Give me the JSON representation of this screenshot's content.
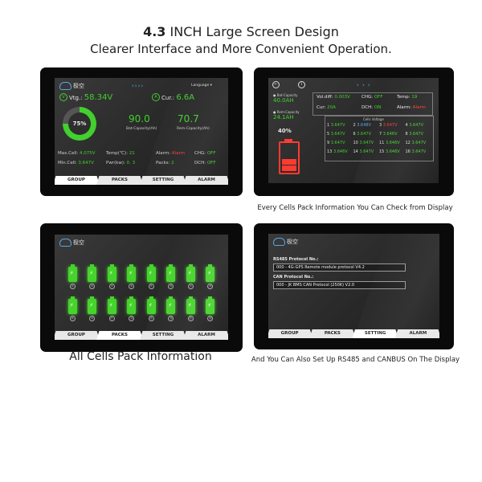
{
  "headline": {
    "line1_bold": "4.3",
    "line1_rest": " INCH Large Screen Design",
    "line2": "Clearer Interface and More Convenient Operation."
  },
  "captions": {
    "cap1": "Every Cells Pack Information You Can Check from Display",
    "cap2": "All Cells Pack Information",
    "cap3": "And You Can Also Set Up RS485 and CANBUS On The Display"
  },
  "colors": {
    "accent_green": "#41d02d",
    "alarm_red": "#ff3b30",
    "logo_blue": "#5aa6e0"
  },
  "tabs": [
    {
      "label": "GROUP"
    },
    {
      "label": "PACKS"
    },
    {
      "label": "SETTING"
    },
    {
      "label": "ALARM"
    }
  ],
  "screen1": {
    "logo": "极空",
    "chev": "››››",
    "language": "Language",
    "vtg_label": "Vtg.:",
    "vtg": "58.34V",
    "cur_label": "Cur.:",
    "cur": "6.6A",
    "soc": "75%",
    "soc_fraction": 0.75,
    "bat_cap": "90.0",
    "bat_cap_label": "Bat-Capacity(Ah)",
    "rem_cap": "70.7",
    "rem_cap_label": "Rem-Capacity(Ah)",
    "max_cell_label": "Max.Cell:",
    "max_cell": "4.075V",
    "min_cell_label": "Min.Cell:",
    "min_cell": "3.647V",
    "temp_label": "Temp(℃):",
    "temp": "21",
    "pwr_label": "Pwr(kw):",
    "pwr": "0. 3",
    "alarm_label": "Alarm:",
    "alarm": "Alarm",
    "packs_label": "Packs:",
    "packs": "2",
    "chg_label": "CHG:",
    "chg": "OFF",
    "dch_label": "DCH:",
    "dch": "OFF"
  },
  "screen2": {
    "chev": "› › ›",
    "bat_cap_label": "Bat-Capacity",
    "bat_cap": "40.0AH",
    "rem_cap_label": "Rem-Capacity",
    "rem_cap": "24.1AH",
    "vol_diff_label": "Vol.diff:",
    "vol_diff": "0.003V",
    "chg_label": "CHG:",
    "chg": "OFF",
    "temp_label": "Temp:",
    "temp": "19",
    "cur_label": "Cur:",
    "cur": "20A",
    "dch_label": "DCH:",
    "dch": "ON",
    "alarm_label": "Alarm:",
    "alarm": "Alarm",
    "soc": "40%",
    "cells_title": "Cells Voltage",
    "cells": [
      {
        "n": "1",
        "v": "3.647V",
        "c": "g"
      },
      {
        "n": "2",
        "v": "3.648V",
        "c": "b"
      },
      {
        "n": "3",
        "v": "3.647V",
        "c": "r"
      },
      {
        "n": "4",
        "v": "3.647V",
        "c": "g"
      },
      {
        "n": "5",
        "v": "3.647V",
        "c": "g"
      },
      {
        "n": "6",
        "v": "3.647V",
        "c": "g"
      },
      {
        "n": "7",
        "v": "3.646V",
        "c": "g"
      },
      {
        "n": "8",
        "v": "3.647V",
        "c": "g"
      },
      {
        "n": "9",
        "v": "3.647V",
        "c": "g"
      },
      {
        "n": "10",
        "v": "3.647V",
        "c": "g"
      },
      {
        "n": "11",
        "v": "3.646V",
        "c": "g"
      },
      {
        "n": "12",
        "v": "3.647V",
        "c": "g"
      },
      {
        "n": "13",
        "v": "3.646V",
        "c": "g"
      },
      {
        "n": "14",
        "v": "3.647V",
        "c": "g"
      },
      {
        "n": "15",
        "v": "3.646V",
        "c": "g"
      },
      {
        "n": "16",
        "v": "3.647V",
        "c": "g"
      }
    ]
  },
  "screen3": {
    "logo": "极空",
    "packs": [
      "①",
      "②",
      "③",
      "④",
      "⑤",
      "⑥",
      "⑦",
      "⑧",
      "⑨",
      "⑩",
      "⑪",
      "⑫",
      "⑬",
      "⑭",
      "⑮",
      "⑯"
    ]
  },
  "screen4": {
    "logo": "极空",
    "rs485_label": "RS485 Protocol No.:",
    "rs485_value": "000 - 4G-GPS Remote module protocol V4.2",
    "can_label": "CAN Protocol No.:",
    "can_value": "000 - JK BMS CAN Protocol (250K) V2.0"
  }
}
